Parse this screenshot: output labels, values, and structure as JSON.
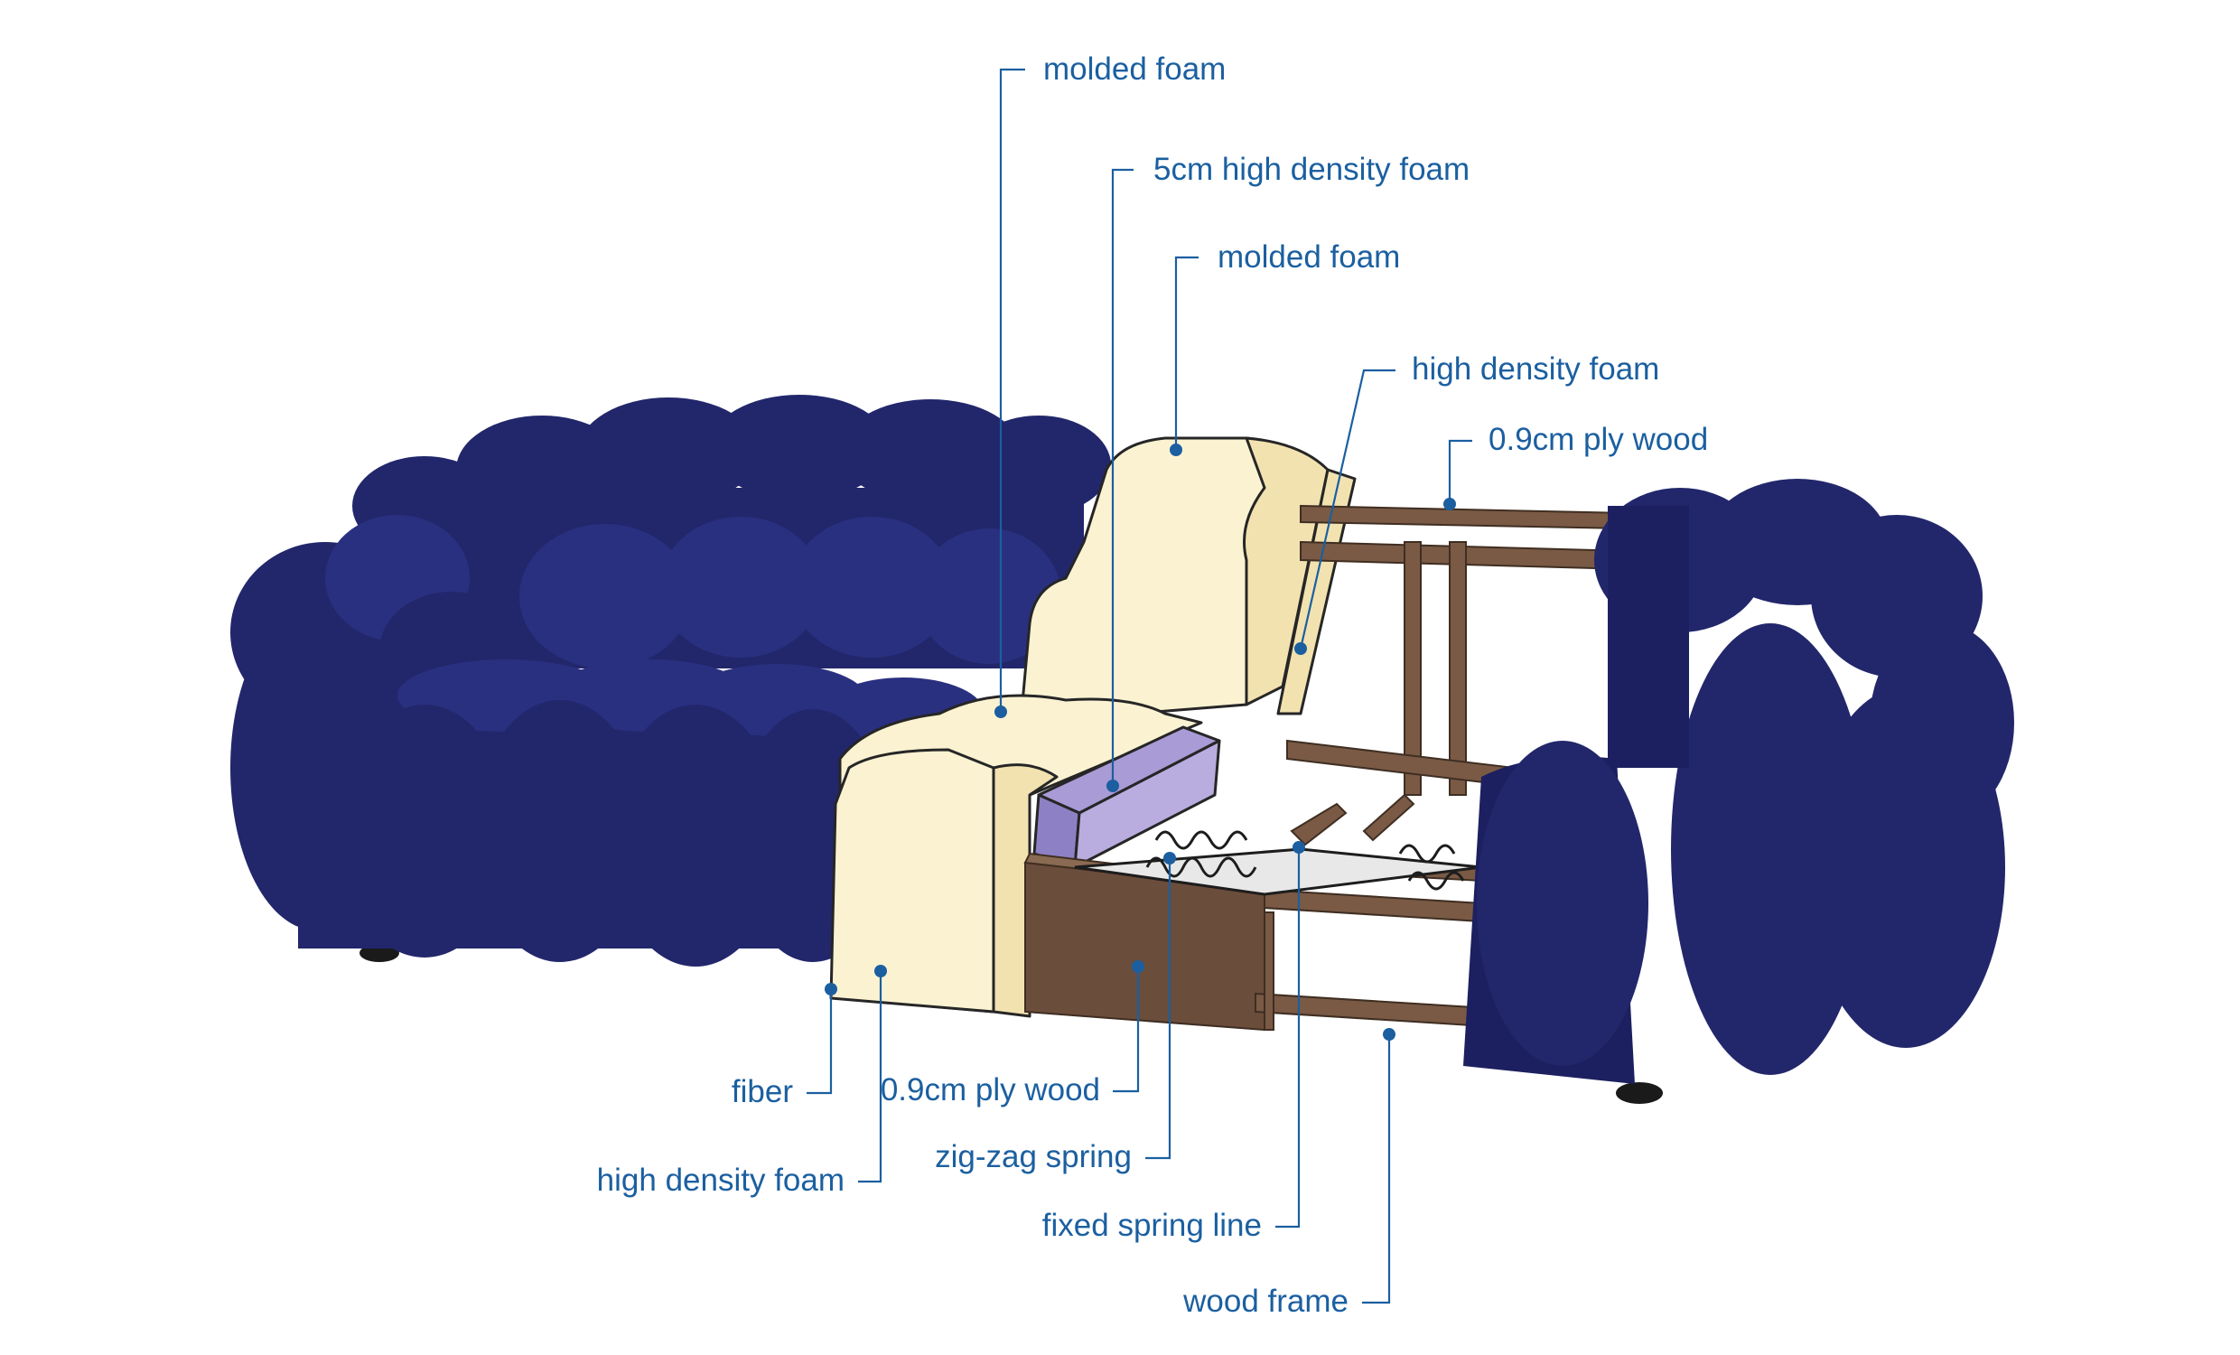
{
  "diagram": {
    "labels": {
      "molded_foam_top": "molded foam",
      "foam_5cm": "5cm high density  foam",
      "molded_foam_back": "molded foam",
      "high_density_foam_back": "high density foam",
      "plywood_back": "0.9cm ply wood",
      "fiber": "fiber",
      "plywood_seat": "0.9cm ply wood",
      "high_density_foam_arm": "high density foam",
      "zigzag_spring": "zig-zag spring",
      "fixed_spring_line": "fixed spring line",
      "wood_frame": "wood frame"
    },
    "colors": {
      "upholstery": "#22276b",
      "upholstery_highlight": "#3a45a0",
      "foam_light": "#fbf2d2",
      "foam_mid": "#f2e2b0",
      "foam_5cm": "#a99bd6",
      "wood": "#7a5a45",
      "wood_dark": "#5f4535",
      "callout_text": "#1b5fa0"
    }
  }
}
